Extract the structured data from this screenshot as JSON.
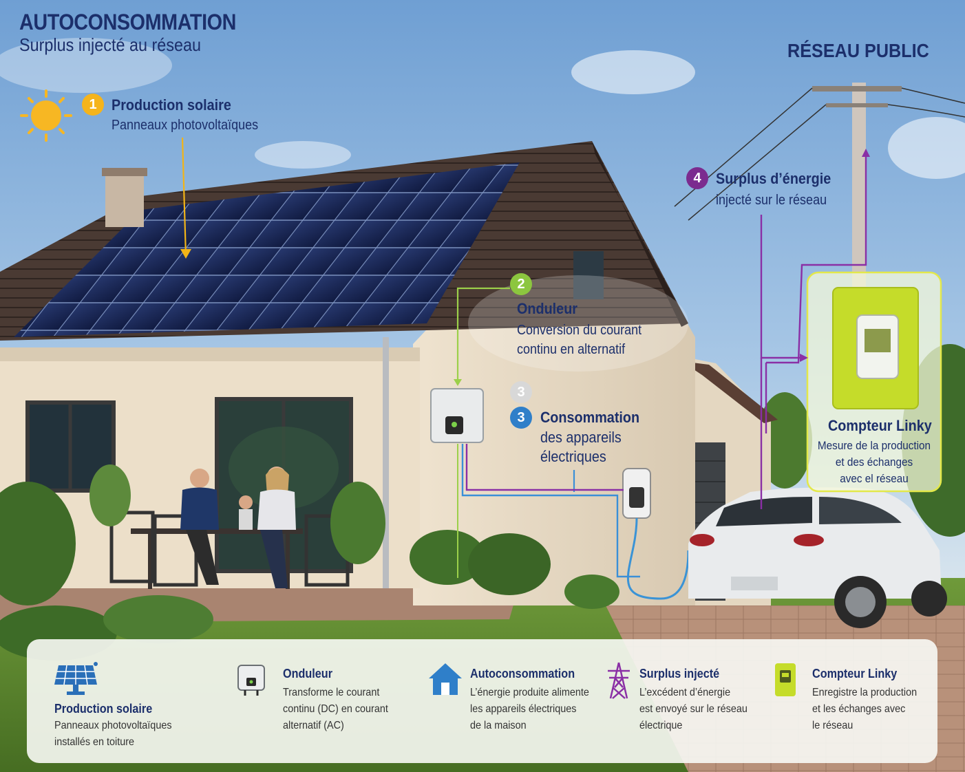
{
  "header": {
    "title": "AUTOCONSOMMATION",
    "subtitle": "Surplus injecté au réseau",
    "grid_label": "RÉSEAU PUBLIC"
  },
  "colors": {
    "navy": "#1c2f6b",
    "solar": "#f5b41c",
    "inverter": "#8cc63f",
    "consumption": "#2f7fc9",
    "surplus": "#7b2b8f",
    "linky": "#c5dc2a"
  },
  "callouts": {
    "step1": {
      "num": "1",
      "title": "Production solaire",
      "desc": "Panneaux photovoltaïques"
    },
    "step2": {
      "num": "2",
      "title": "Onduleur",
      "desc_1": "Conversion du courant",
      "desc_2": "continu en alternatif"
    },
    "step3": {
      "num": "3",
      "ghost_num": "3",
      "line_1": "Consommation",
      "line_2": "des appareils",
      "line_3": "électriques"
    },
    "step4": {
      "num": "4",
      "title": "Surplus d’énergie",
      "desc": "injecté sur le réseau"
    },
    "linky": {
      "title": "Compteur Linky",
      "desc_1": "Mesure de la production",
      "desc_2": "et des échanges",
      "desc_3": "avec el réseau"
    }
  },
  "legend": [
    {
      "icon": "solar-panel-icon",
      "title": "Production solaire",
      "lines": [
        "Panneaux photovoltaïques",
        "installés en toiture"
      ]
    },
    {
      "icon": "inverter-icon",
      "title": "Onduleur",
      "lines": [
        "Transforme le courant",
        "continu (DC) en courant",
        "alternatif (AC)"
      ]
    },
    {
      "icon": "house-icon",
      "title": "Autoconsommation",
      "lines": [
        "L’énergie produite alimente",
        "les appareils électriques",
        "de la maison"
      ]
    },
    {
      "icon": "pylon-icon",
      "title": "Surplus injecté",
      "lines": [
        "L’excédent d’énergie",
        "est envoyé sur le réseau",
        "électrique"
      ]
    },
    {
      "icon": "meter-icon",
      "title": "Compteur Linky",
      "lines": [
        "Enregistre la production",
        "et les échanges avec",
        "le réseau"
      ]
    }
  ]
}
